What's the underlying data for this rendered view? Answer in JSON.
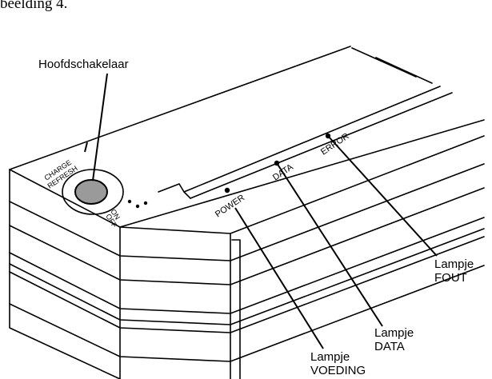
{
  "caption": "beelding 4.",
  "callouts": {
    "main_switch": "Hoofdschakelaar",
    "fout": {
      "line1": "Lampje",
      "line2": "FOUT"
    },
    "data": {
      "line1": "Lampje",
      "line2": "DATA"
    },
    "voeding": {
      "line1": "Lampje",
      "line2": "VOEDING"
    }
  },
  "device_labels": {
    "charge": "CHARGE",
    "refresh": "REFRESH",
    "on": "ON",
    "off": "OFF",
    "power": "POWER",
    "data": "DATA",
    "error": "ERROR"
  }
}
